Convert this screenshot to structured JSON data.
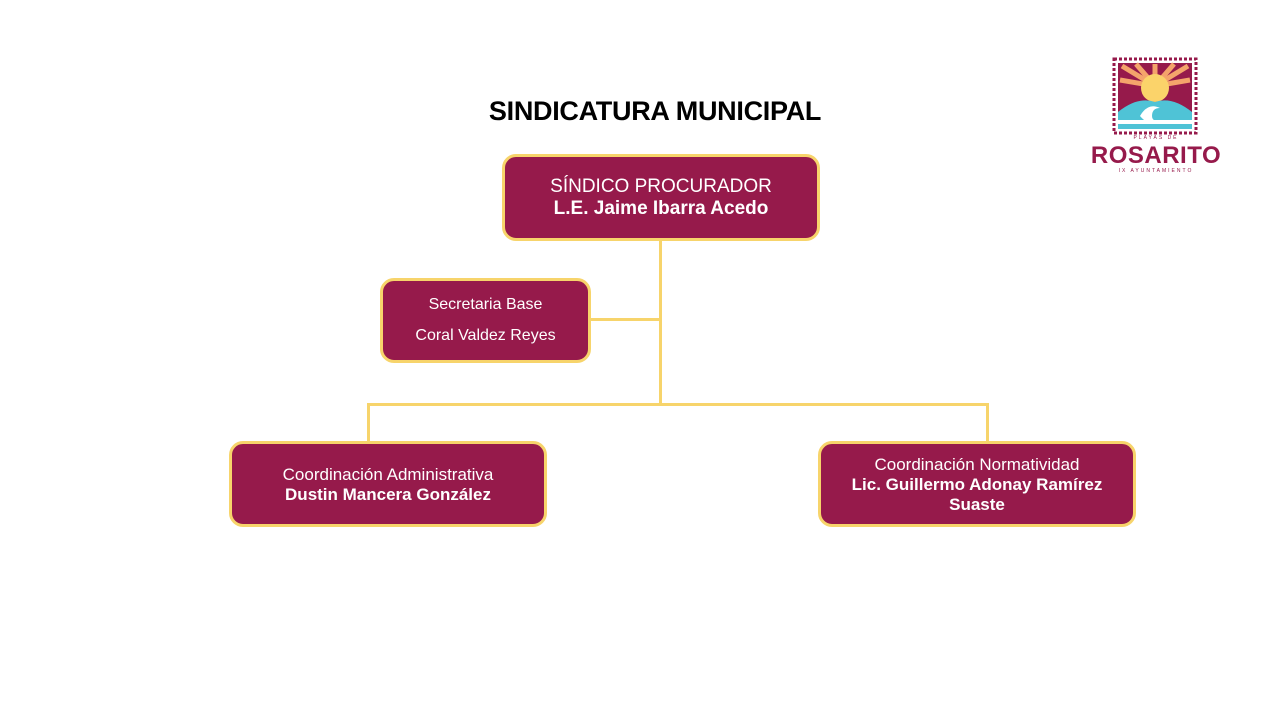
{
  "title": "SINDICATURA MUNICIPAL",
  "logo": {
    "small_top": "PLAYAS DE",
    "name": "ROSARITO",
    "small_bottom": "IX AYUNTAMIENTO"
  },
  "nodes": {
    "top": {
      "role": "SÍNDICO PROCURADOR",
      "name": "L.E. Jaime Ibarra Acedo"
    },
    "assistant": {
      "role": "Secretaria Base",
      "name": "Coral Valdez Reyes"
    },
    "left": {
      "role": "Coordinación Administrativa",
      "name": "Dustin Mancera González"
    },
    "right": {
      "role": "Coordinación Normatividad",
      "name": "Lic. Guillermo Adonay Ramírez Suaste"
    }
  },
  "colors": {
    "box_fill": "#961a4b",
    "box_border": "#f7d46b",
    "connector": "#f7d46b",
    "text": "#ffffff"
  }
}
